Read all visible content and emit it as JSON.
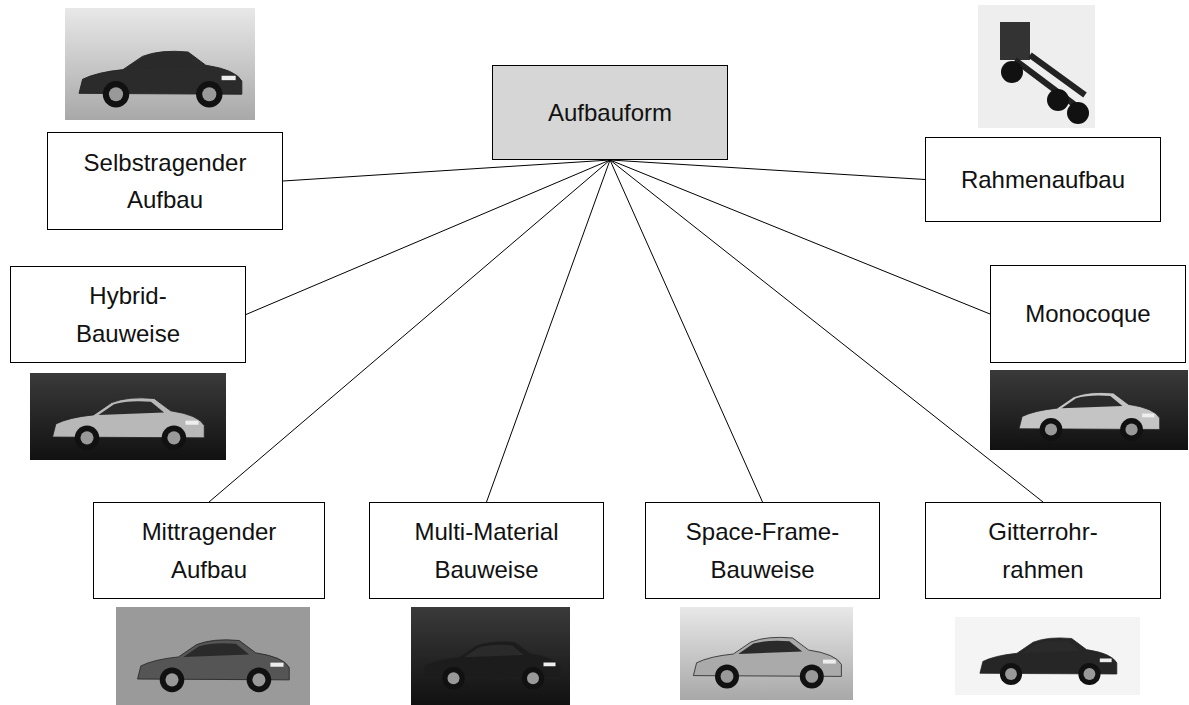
{
  "diagram": {
    "nodes": [
      {
        "text": [
          "Aufbauform"
        ]
      },
      {
        "text": [
          "Selbstragender Aufbau"
        ]
      },
      {
        "text": [
          "Rahmenaufbau"
        ]
      },
      {
        "text": [
          "Hybrid- Bauweise"
        ]
      },
      {
        "text": [
          "Monocoque"
        ]
      },
      {
        "text": [
          "Mittragender Aufbau"
        ]
      },
      {
        "text": [
          "Multi-Material Bauweise"
        ]
      },
      {
        "text": [
          "Space-Frame- Bauweise"
        ]
      },
      {
        "text": [
          "Gitterrohr- rahmen"
        ]
      }
    ],
    "edges": [
      {
        "from": 0,
        "to": 1,
        "arrow": "none"
      },
      {
        "from": 0,
        "to": 2,
        "arrow": "none"
      },
      {
        "from": 0,
        "to": 3,
        "arrow": "none"
      },
      {
        "from": 0,
        "to": 4,
        "arrow": "none"
      },
      {
        "from": 0,
        "to": 5,
        "arrow": "none"
      },
      {
        "from": 0,
        "to": 6,
        "arrow": "none"
      },
      {
        "from": 0,
        "to": 7,
        "arrow": "none"
      },
      {
        "from": 0,
        "to": 8,
        "arrow": "none"
      }
    ]
  }
}
